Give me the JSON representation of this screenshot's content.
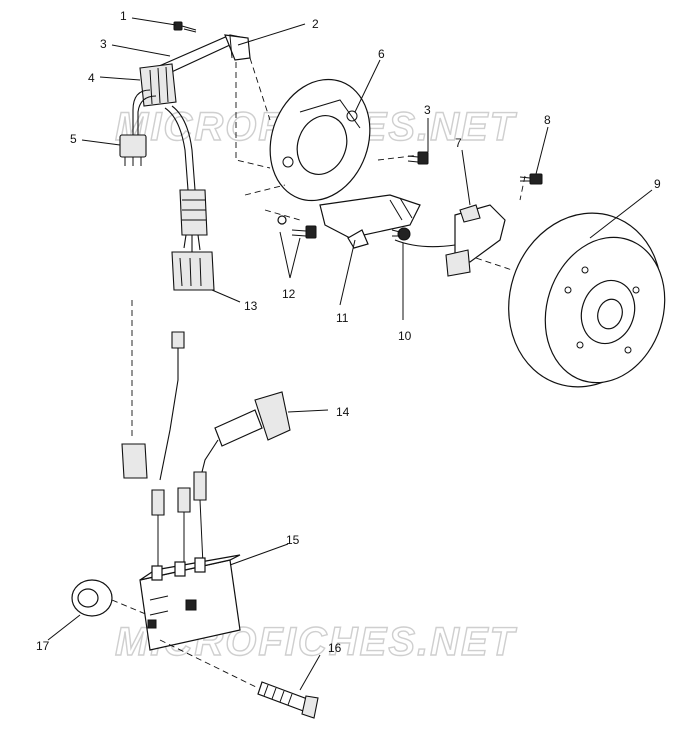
{
  "watermark": [
    "MICROFICHES.NET",
    "MICROFICHES.NET"
  ],
  "callouts": [
    "1",
    "2",
    "3",
    "4",
    "5",
    "6",
    "3",
    "7",
    "8",
    "9",
    "10",
    "11",
    "12",
    "13",
    "14",
    "15",
    "16",
    "17"
  ]
}
